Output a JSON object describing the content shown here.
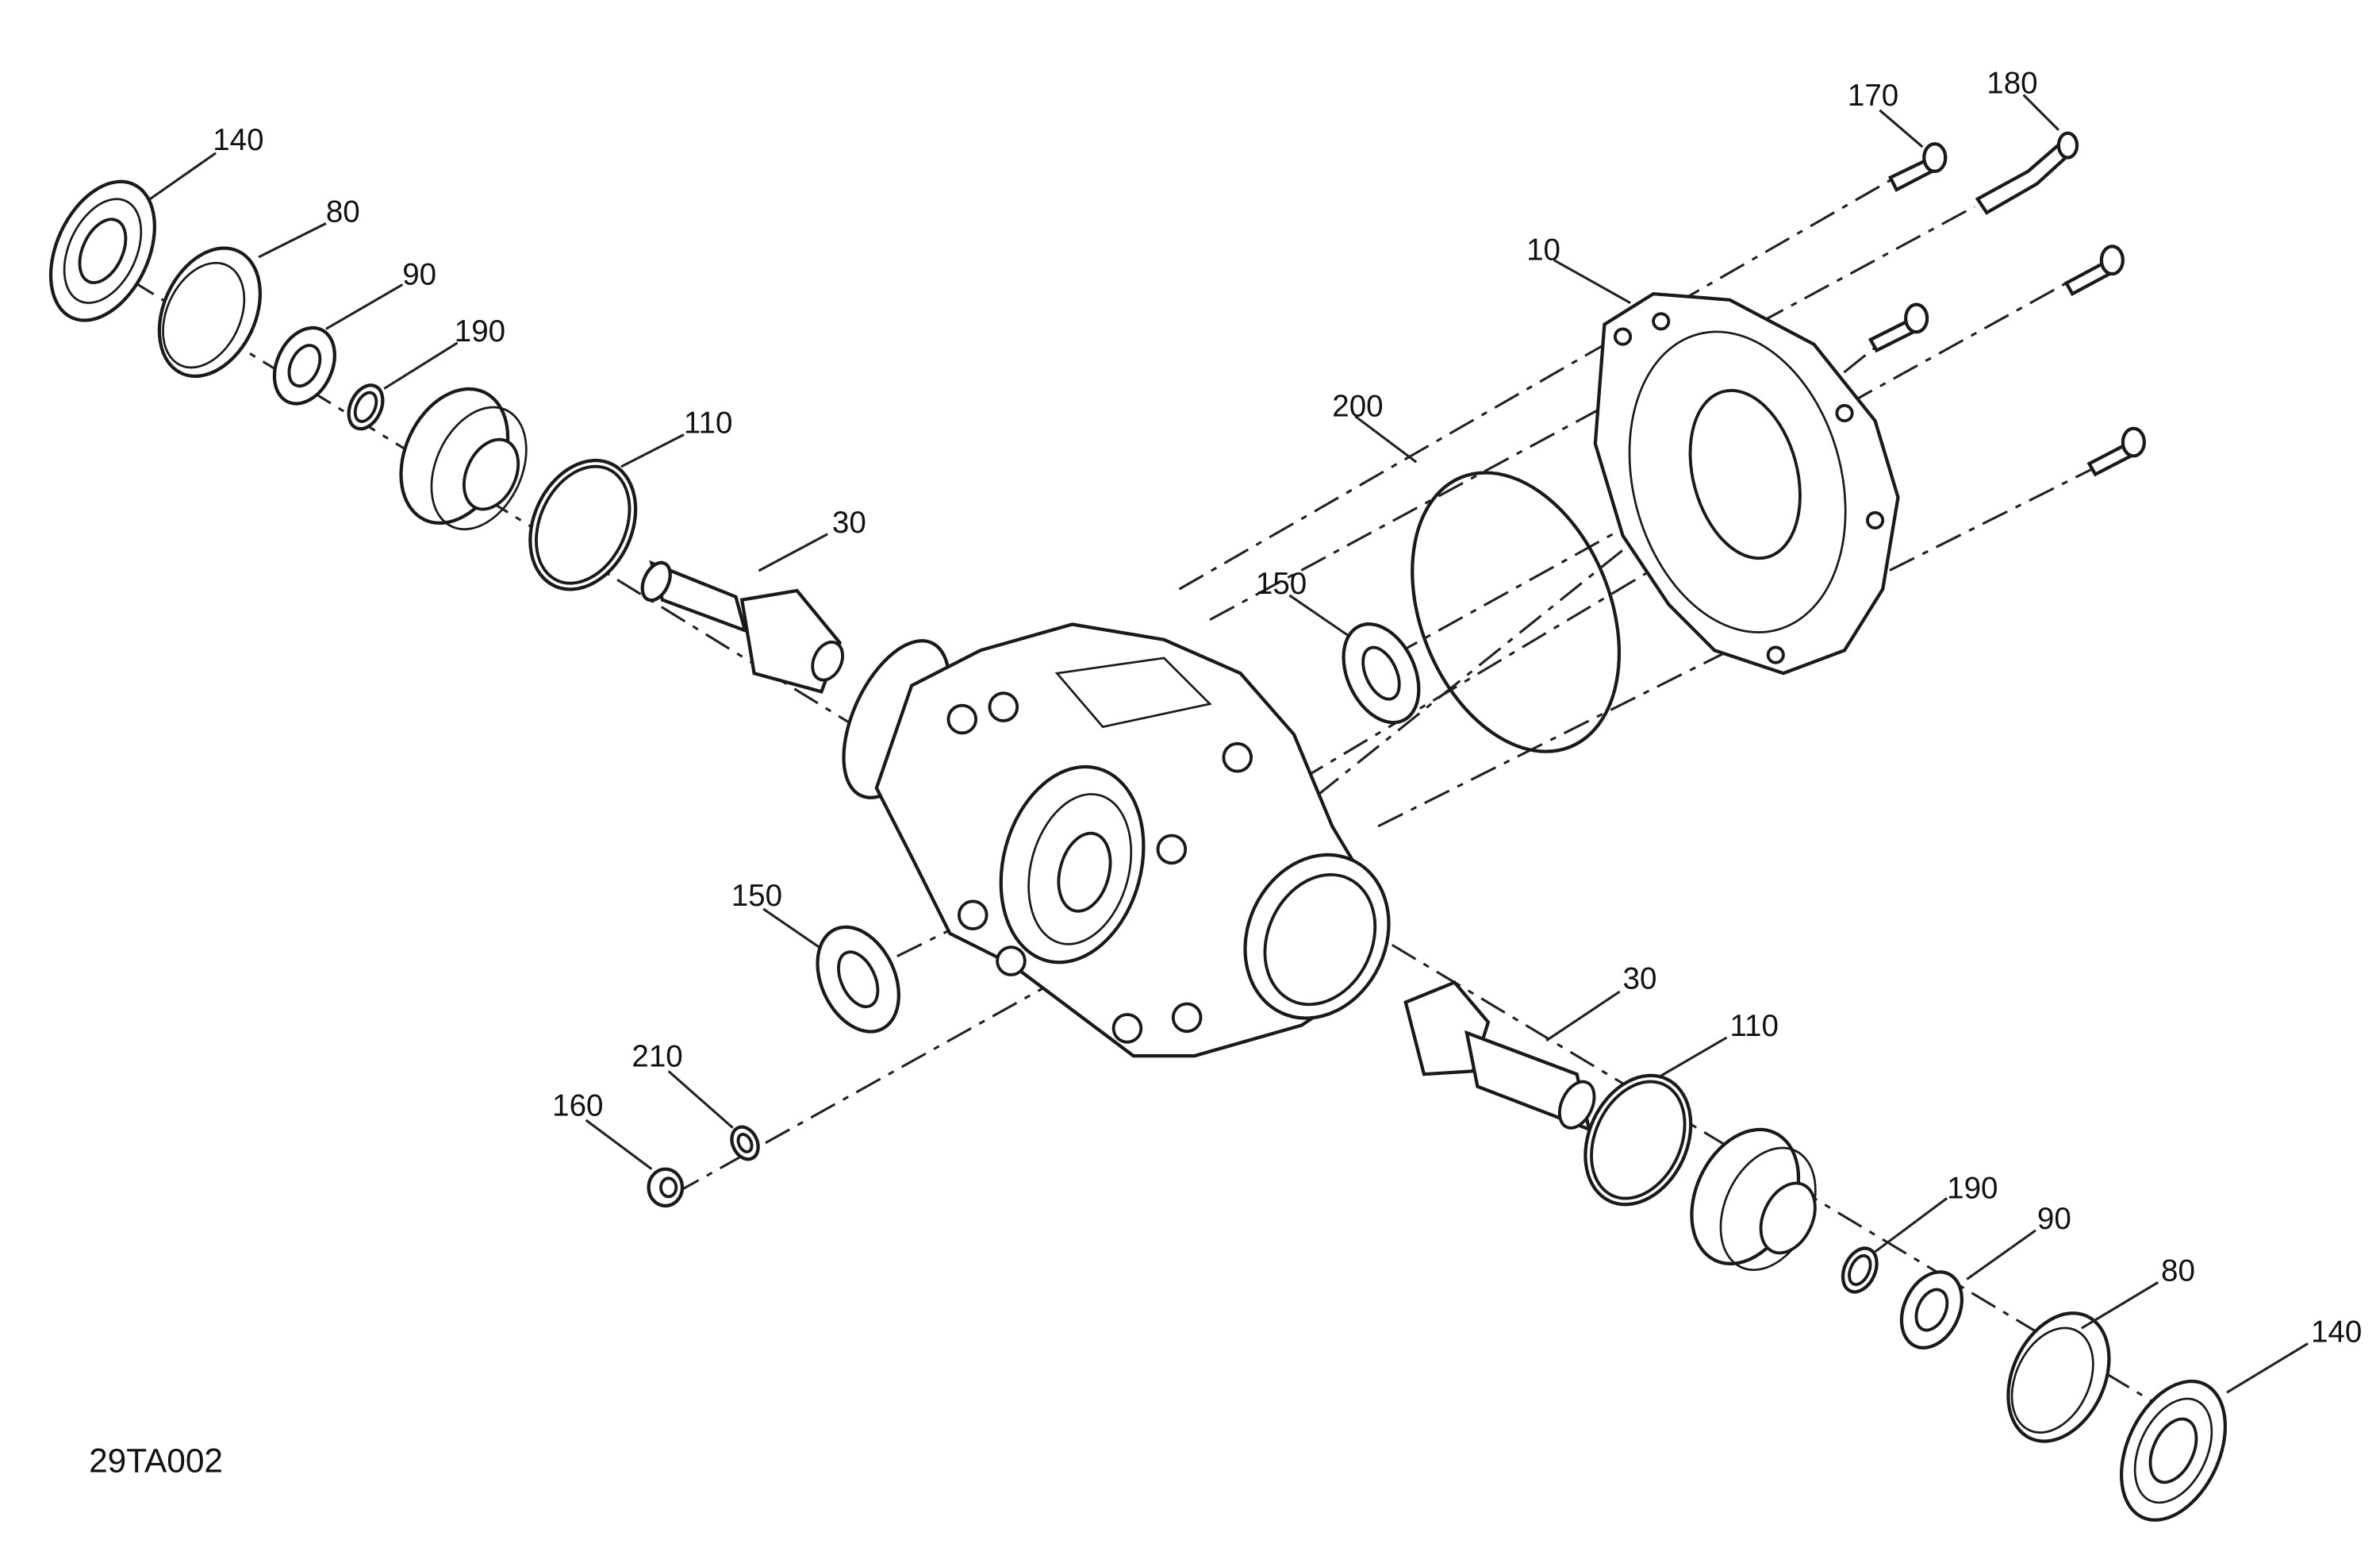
{
  "figure_ref": "29TA002",
  "callouts": {
    "c140a": "140",
    "c80a": "80",
    "c90a": "90",
    "c190a": "190",
    "c110a": "110",
    "c30a": "30",
    "c170": "170",
    "c180": "180",
    "c10": "10",
    "c200": "200",
    "c150a": "150",
    "c150b": "150",
    "c210": "210",
    "c160": "160",
    "c30b": "30",
    "c110b": "110",
    "c190b": "190",
    "c90b": "90",
    "c80b": "80",
    "c140b": "140"
  }
}
